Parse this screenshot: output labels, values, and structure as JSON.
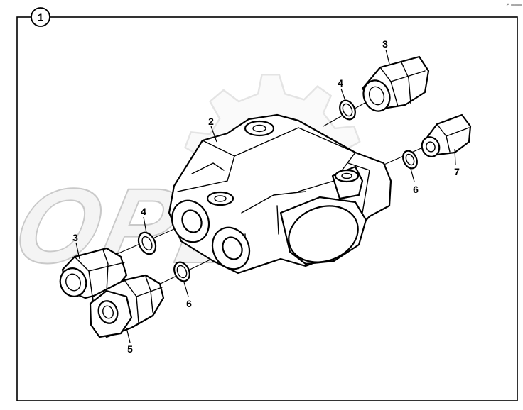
{
  "diagram": {
    "figure_marker": "1",
    "corner_mark": "↗ ═══",
    "watermark_text": "OPEX",
    "callouts": {
      "block": "2",
      "fitting_top": "3",
      "fitting_left": "3",
      "oring_top": "4",
      "oring_left": "4",
      "fitting_female": "5",
      "oring_right": "6",
      "oring_bottom": "6",
      "fitting_small": "7"
    }
  }
}
